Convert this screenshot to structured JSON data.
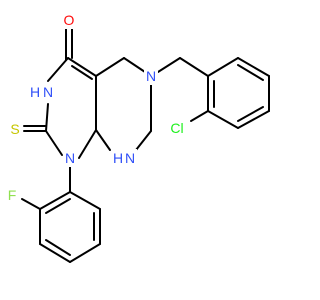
{
  "colors": {
    "bond": "#000000",
    "O": "#ff0d0d",
    "N": "#3050f8",
    "S": "#c6c600",
    "Cl": "#1ff01f",
    "F": "#90e050"
  },
  "atoms": {
    "o": {
      "label": "O",
      "element": "O"
    },
    "n3": {
      "label": "N",
      "hydrogen": "H",
      "element": "N"
    },
    "s": {
      "label": "S",
      "element": "S"
    },
    "n1": {
      "label": "N",
      "element": "N"
    },
    "n6": {
      "label": "N",
      "element": "N"
    },
    "n8": {
      "label": "N",
      "hydrogen": "H",
      "element": "N"
    },
    "cl": {
      "label": "Cl",
      "element": "Cl"
    },
    "f": {
      "label": "F",
      "element": "F"
    }
  }
}
